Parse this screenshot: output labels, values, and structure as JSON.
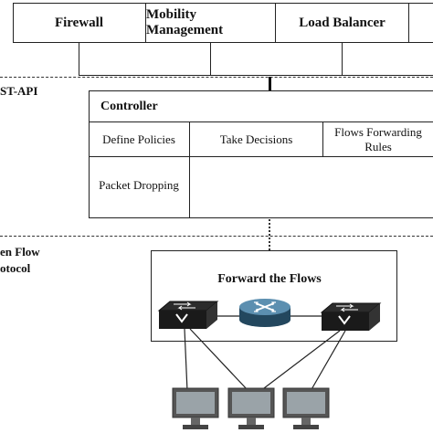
{
  "applications": [
    "Firewall",
    "Mobility Management",
    "Load Balancer"
  ],
  "north_interface_label": "ST-API",
  "controller": {
    "title": "Controller",
    "functions": [
      "Define Policies",
      "Take Decisions",
      "Flows Forwarding Rules",
      "Packet Dropping"
    ]
  },
  "south_interface_label_line1": "en Flow",
  "south_interface_label_line2": "otocol",
  "data_plane": {
    "title": "Forward the Flows"
  },
  "icons": [
    "switch-icon",
    "router-icon",
    "switch-icon",
    "computer-icon",
    "computer-icon",
    "computer-icon"
  ]
}
